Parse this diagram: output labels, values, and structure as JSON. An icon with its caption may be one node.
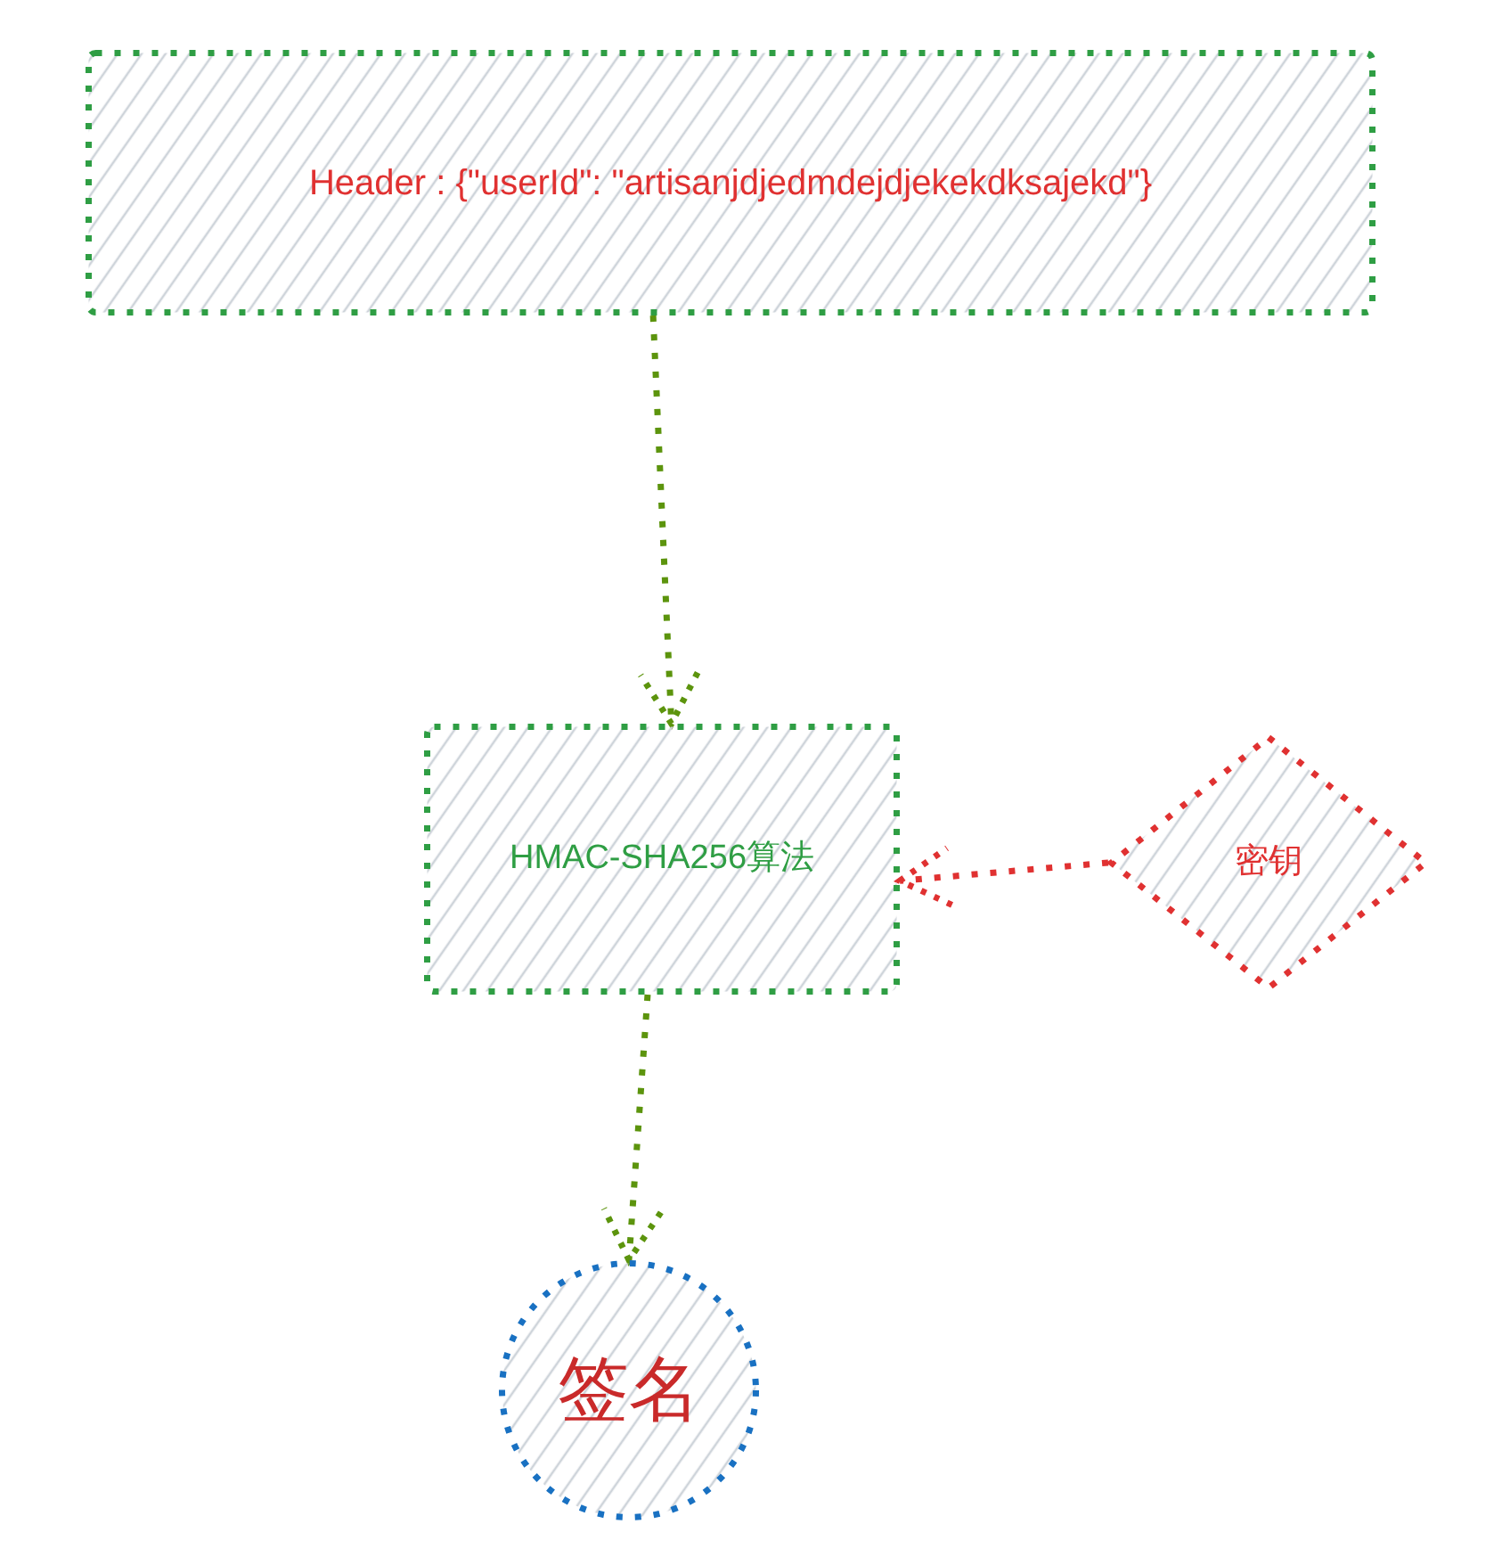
{
  "diagram": {
    "nodes": [
      {
        "text": [
          "Header : {\"userId\": \"artisanjdjedmdejdjekekdksajekd\"}"
        ]
      },
      {
        "text": [
          "HMAC-SHA256算法"
        ]
      },
      {
        "text": [
          "密钥"
        ]
      },
      {
        "text": [
          "签名"
        ]
      }
    ],
    "edges": [
      {
        "from": 0,
        "to": 1,
        "arrow": "to"
      },
      {
        "from": 2,
        "to": 1,
        "arrow": "to",
        "color": "#e03131"
      },
      {
        "from": 1,
        "to": 3,
        "arrow": "to"
      }
    ]
  }
}
